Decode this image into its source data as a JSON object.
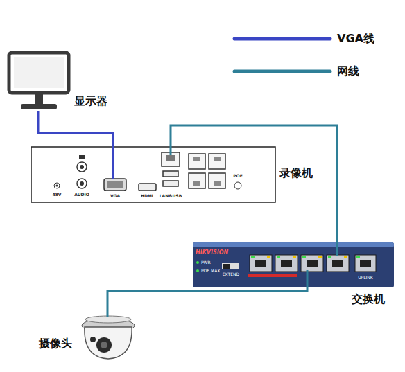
{
  "diagram": {
    "nodes": [
      {
        "text": [
          "显示器"
        ]
      },
      {
        "text": [
          "录像机"
        ]
      },
      {
        "text": [
          "交换机"
        ]
      },
      {
        "text": [
          "摄像头"
        ]
      }
    ],
    "edges": [
      {
        "from": 0,
        "to": 1,
        "arrow": "none"
      },
      {
        "from": 1,
        "to": 2,
        "arrow": "none"
      },
      {
        "from": 2,
        "to": 3,
        "arrow": "none"
      }
    ],
    "labels": [
      "48V",
      "AUDIO",
      "VGA",
      "HDMI",
      "LAN&USB",
      "POE",
      "HIKVISION",
      "PWR",
      "POE MAX",
      "EXTEND",
      "UPLINK"
    ],
    "legend": [
      {
        "text": "VGA线"
      },
      {
        "text": "网线"
      }
    ]
  }
}
